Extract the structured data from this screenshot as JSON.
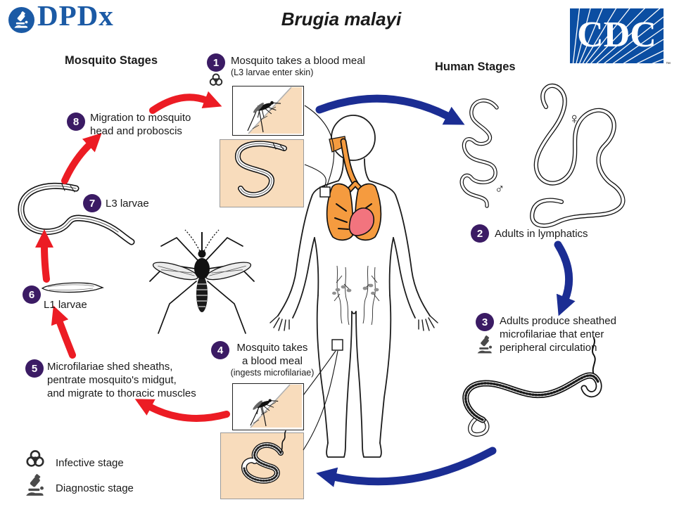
{
  "header": {
    "dpdx": {
      "text": "DPDx"
    },
    "title": "Brugia malayi",
    "cdc": {
      "text": "CDC",
      "tm": "™"
    }
  },
  "section_headings": {
    "mosquito": "Mosquito Stages",
    "human": "Human Stages"
  },
  "stages": {
    "s1": {
      "number": "1",
      "line1": "Mosquito takes a blood meal",
      "sub": "(L3 larvae enter skin)"
    },
    "s2": {
      "number": "2",
      "line1": "Adults in lymphatics"
    },
    "s3": {
      "number": "3",
      "line1": "Adults produce sheathed",
      "line2": "microfilariae that enter",
      "line3": "peripheral circulation"
    },
    "s4": {
      "number": "4",
      "line1": "Mosquito takes",
      "line2": "a blood meal",
      "sub": "(ingests microfilariae)"
    },
    "s5": {
      "number": "5",
      "line1": "Microfilariae shed sheaths,",
      "line2": "pentrate mosquito's midgut,",
      "line3": "and migrate to thoracic muscles"
    },
    "s6": {
      "number": "6",
      "line1": "L1 larvae"
    },
    "s7": {
      "number": "7",
      "line1": "L3 larvae"
    },
    "s8": {
      "number": "8",
      "line1": "Migration to mosquito",
      "line2": "head and proboscis"
    }
  },
  "legend": {
    "infective": "Infective stage",
    "diagnostic": "Diagnostic stage"
  },
  "symbols": {
    "female": "♀",
    "male": "♂"
  },
  "colors": {
    "stage_circle": "#3b1b64",
    "red_arrow": "#ec1c24",
    "blue_arrow": "#1b2d93",
    "peach": "#f8dcbc",
    "cdc_blue": "#0b4ea2",
    "dpdx_blue": "#1b5aa5",
    "lung_orange": "#f59b3f",
    "heart_pink": "#f2747e"
  }
}
